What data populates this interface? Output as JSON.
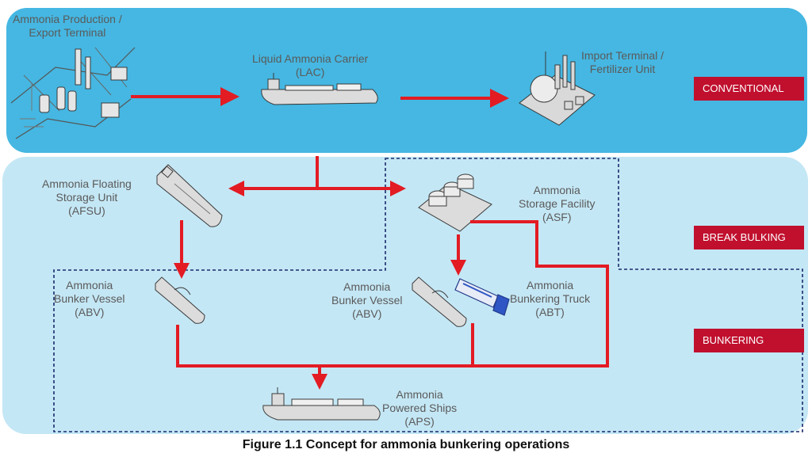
{
  "nodes": {
    "production": [
      "Ammonia Production /",
      "Export Terminal"
    ],
    "lac": [
      "Liquid Ammonia Carrier",
      "(LAC)"
    ],
    "import": [
      "Import Terminal /",
      "Fertilizer Unit"
    ],
    "afsu": [
      "Ammonia Floating",
      "Storage Unit",
      "(AFSU)"
    ],
    "asf": [
      "Ammonia",
      "Storage Facility",
      "(ASF)"
    ],
    "abv_left": [
      "Ammonia",
      "Bunker Vessel",
      "(ABV)"
    ],
    "abv_mid": [
      "Ammonia",
      "Bunker Vessel",
      "(ABV)"
    ],
    "abt": [
      "Ammonia",
      "Bunkering Truck",
      "(ABT)"
    ],
    "aps": [
      "Ammonia",
      "Powered Ships",
      "(APS)"
    ]
  },
  "tags": {
    "conventional": "CONVENTIONAL",
    "break_bulking": "BREAK BULKING",
    "bunkering": "BUNKERING"
  },
  "caption": "Figure 1.1 Concept for ammonia bunkering operations",
  "colors": {
    "top_band": "#45b7e2",
    "bottom_band": "#c4e7f5",
    "arrow": "#e31b23",
    "tag": "#c0102e",
    "dashed_border": "#1a2a6c"
  },
  "icons": [
    "ammonia-plant-icon",
    "ammonia-carrier-ship-icon",
    "import-terminal-icon",
    "floating-storage-ship-icon",
    "storage-facility-tanks-icon",
    "bunker-vessel-icon",
    "bunkering-truck-icon",
    "powered-ship-icon"
  ]
}
